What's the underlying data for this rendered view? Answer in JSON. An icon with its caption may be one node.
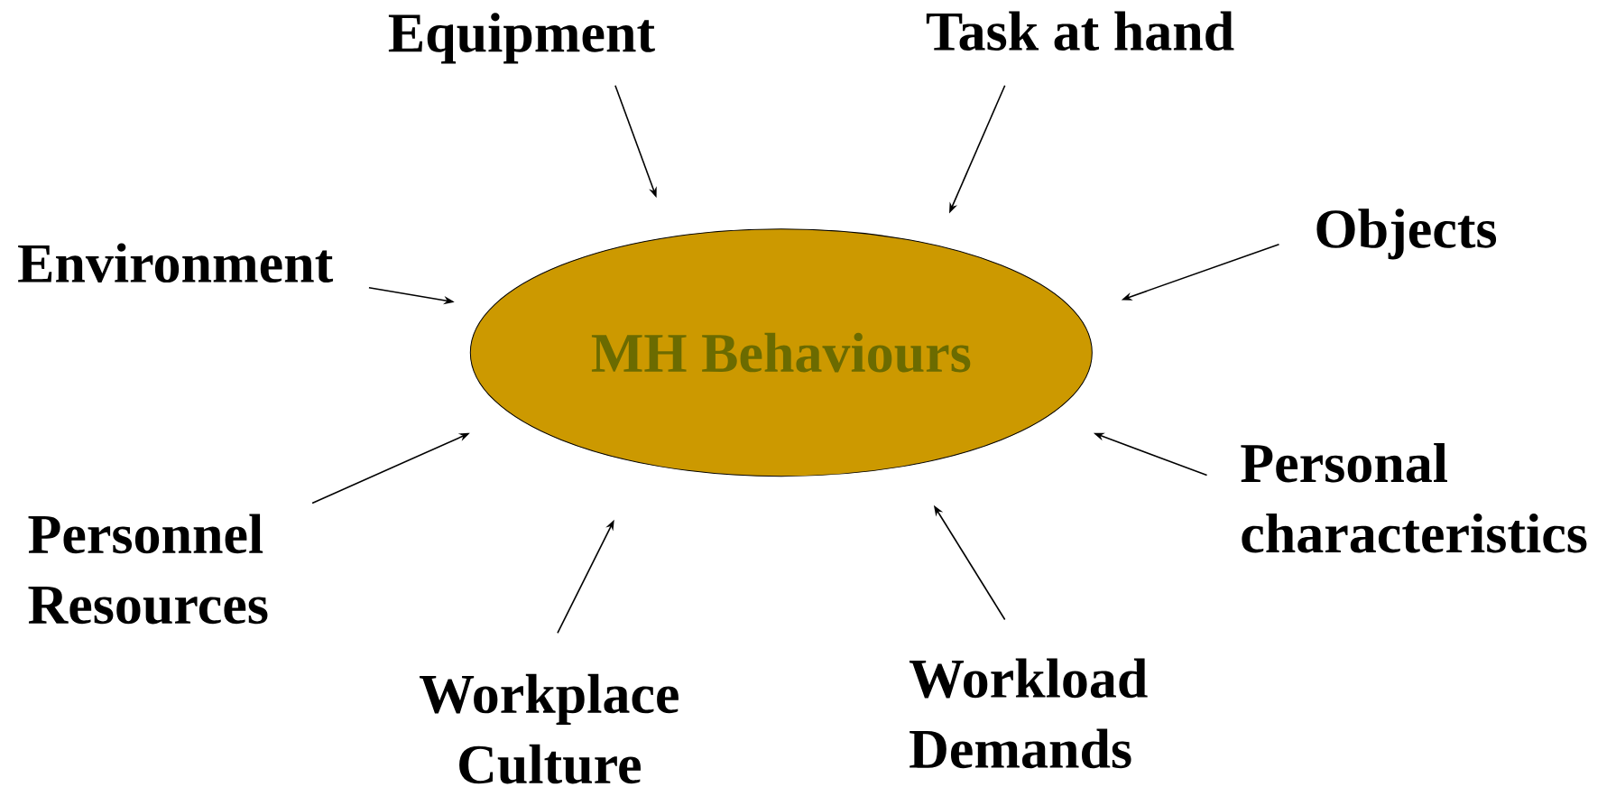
{
  "diagram": {
    "nodes": [
      {
        "text": [
          "MH Behaviours"
        ]
      },
      {
        "text": [
          "Equipment"
        ]
      },
      {
        "text": [
          "Task at hand"
        ]
      },
      {
        "text": [
          "Environment"
        ]
      },
      {
        "text": [
          "Objects"
        ]
      },
      {
        "text": [
          "Personal characteristics"
        ]
      },
      {
        "text": [
          "Personnel Resources"
        ]
      },
      {
        "text": [
          "Workplace Culture"
        ]
      },
      {
        "text": [
          "Workload Demands"
        ]
      }
    ],
    "edges": [
      {
        "from": 1,
        "to": 0,
        "arrow": "to"
      },
      {
        "from": 2,
        "to": 0,
        "arrow": "to"
      },
      {
        "from": 3,
        "to": 0,
        "arrow": "to"
      },
      {
        "from": 4,
        "to": 0,
        "arrow": "to"
      },
      {
        "from": 5,
        "to": 0,
        "arrow": "to"
      },
      {
        "from": 6,
        "to": 0,
        "arrow": "to"
      },
      {
        "from": 7,
        "to": 0,
        "arrow": "to"
      },
      {
        "from": 8,
        "to": 0,
        "arrow": "to"
      }
    ]
  }
}
